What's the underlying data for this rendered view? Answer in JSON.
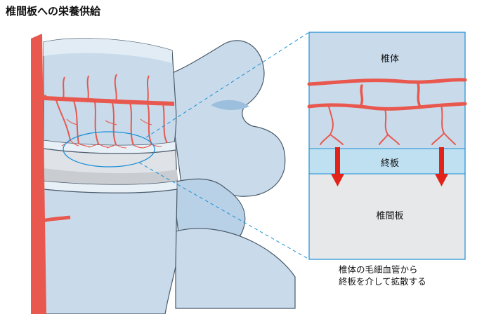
{
  "title": "椎間板への栄養供給",
  "inset": {
    "vertebral_body_label": "椎体",
    "endplate_label": "終板",
    "disc_label": "椎間板"
  },
  "caption": {
    "line1": "椎体の毛細血管から",
    "line2": "終板を介して拡散する"
  },
  "colors": {
    "vessel": "#e8584e",
    "bone": "#c9dbeb",
    "bone_dark": "#9bbfdc",
    "endplate": "#bfe0f1",
    "disc": "#e6e8ea",
    "arrow": "#e2231a",
    "highlight": "#1a8fd6"
  }
}
